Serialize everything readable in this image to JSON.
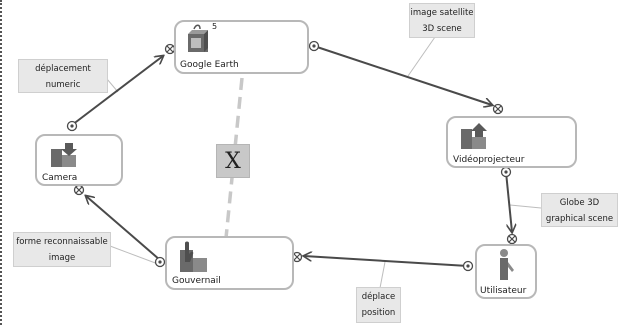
{
  "nodes": {
    "google_earth": {
      "label": "Google Earth",
      "badge": "5"
    },
    "camera": {
      "label": "Camera"
    },
    "videoprojecteur": {
      "label": "Vidéoprojecteur"
    },
    "gouvernail": {
      "label": "Gouvernail"
    },
    "utilisateur": {
      "label": "Utilisateur"
    }
  },
  "tags": {
    "deplacement": {
      "line1": "déplacement",
      "line2": "numeric"
    },
    "image_satellite": {
      "line1": "image satellite",
      "line2": "3D scene"
    },
    "globe": {
      "line1": "Globe 3D",
      "line2": "graphical scene"
    },
    "forme": {
      "line1": "forme reconnaissable",
      "line2": "image"
    },
    "deplace": {
      "line1": "déplace",
      "line2": "position"
    }
  },
  "connector": {
    "symbol": "X"
  },
  "colors": {
    "wire": "#4a4a4a",
    "leader": "#bdbdbd",
    "dash": "#c8c8c8",
    "node_border": "#b8b8b8"
  }
}
